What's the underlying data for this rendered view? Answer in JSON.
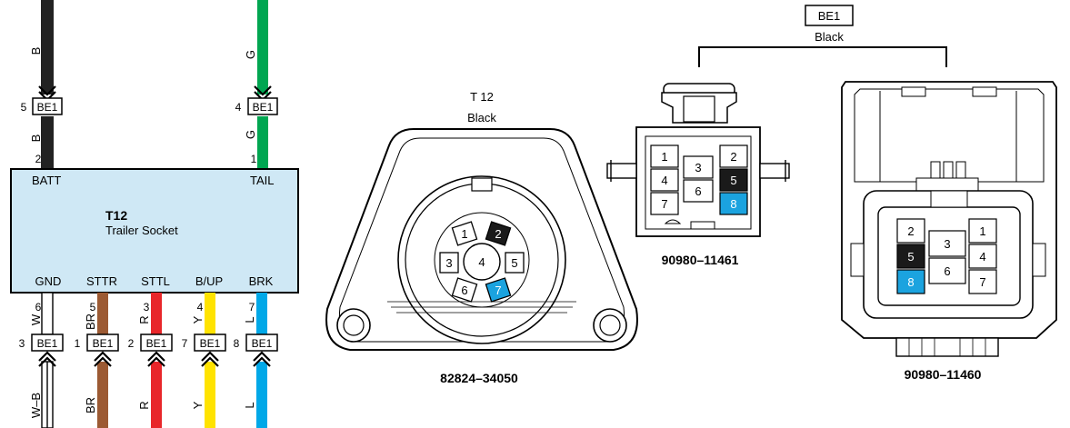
{
  "socket": {
    "code": "T12",
    "name": "Trailer Socket",
    "fill": "#cfe8f5",
    "top_pins": [
      {
        "label": "BATT",
        "pin": "2"
      },
      {
        "label": "TAIL",
        "pin": "1"
      }
    ],
    "bottom_pins": [
      {
        "label": "GND",
        "pin": "6"
      },
      {
        "label": "STTR",
        "pin": "5"
      },
      {
        "label": "STTL",
        "pin": "3"
      },
      {
        "label": "B/UP",
        "pin": "4"
      },
      {
        "label": "BRK",
        "pin": "7"
      }
    ]
  },
  "top_wires": [
    {
      "color_code": "B",
      "hex": "#222222",
      "conn": "BE1",
      "conn_pin": "5"
    },
    {
      "color_code": "G",
      "hex": "#00a651",
      "conn": "BE1",
      "conn_pin": "4"
    }
  ],
  "bottom_wires": [
    {
      "color_code_top": "W",
      "color_code_bottom": "W–B",
      "hex": "#ffffff",
      "conn": "BE1",
      "conn_pin": "3"
    },
    {
      "color_code_top": "BR",
      "color_code_bottom": "BR",
      "hex": "#9c5a33",
      "conn": "BE1",
      "conn_pin": "1"
    },
    {
      "color_code_top": "R",
      "color_code_bottom": "R",
      "hex": "#e8262a",
      "conn": "BE1",
      "conn_pin": "2"
    },
    {
      "color_code_top": "Y",
      "color_code_bottom": "Y",
      "hex": "#ffe300",
      "conn": "BE1",
      "conn_pin": "7"
    },
    {
      "color_code_top": "L",
      "color_code_bottom": "L",
      "hex": "#00a8e8",
      "conn": "BE1",
      "conn_pin": "8"
    }
  ],
  "t12_connector": {
    "title": "T 12",
    "color": "Black",
    "part_no": "82824–34050",
    "pins": [
      "1",
      "2",
      "3",
      "4",
      "5",
      "6",
      "7"
    ]
  },
  "be1_group": {
    "label": "BE1",
    "color": "Black"
  },
  "conn_11461": {
    "part_no": "90980–11461",
    "pins": [
      "1",
      "4",
      "7",
      "3",
      "6",
      "2",
      "5",
      "8"
    ]
  },
  "conn_11460": {
    "part_no": "90980–11460",
    "pins": [
      "2",
      "5",
      "8",
      "3",
      "6",
      "1",
      "4",
      "7"
    ]
  },
  "highlight": {
    "black": "#1a1a1a",
    "blue": "#1ba3df"
  }
}
